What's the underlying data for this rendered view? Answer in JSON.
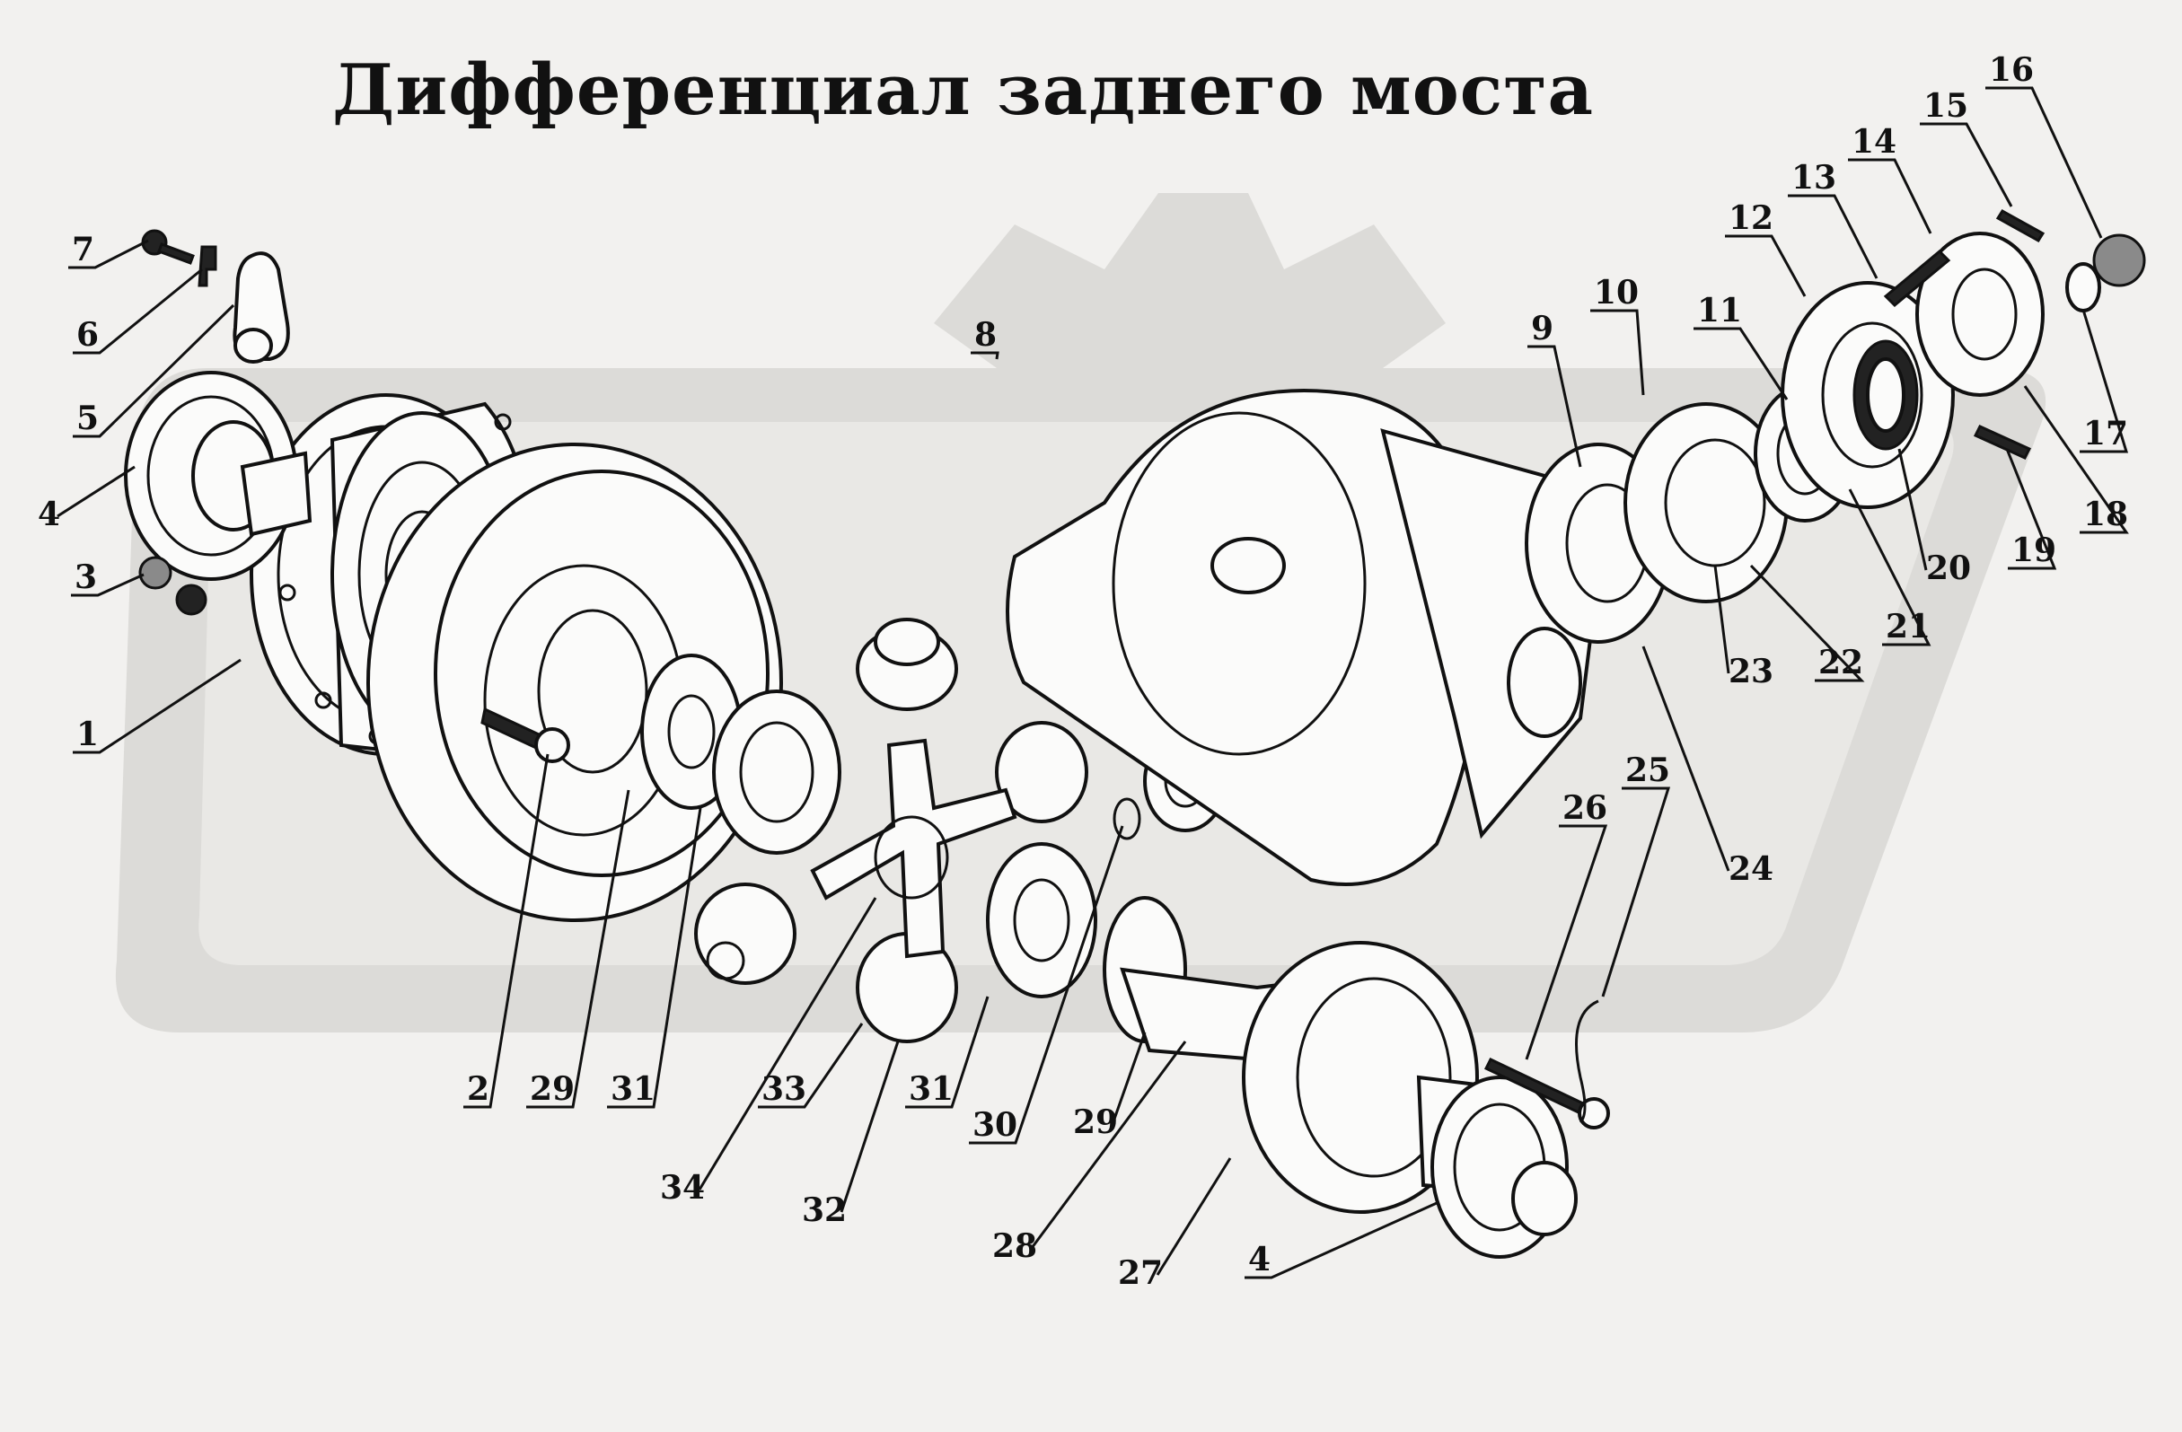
{
  "title": "Дифференциал заднего моста",
  "colors": {
    "background": "#f2f1ef",
    "line": "#111111",
    "watermark": "#d9d8d5"
  },
  "callouts": [
    {
      "n": "1",
      "ul": true
    },
    {
      "n": "2",
      "ul": true
    },
    {
      "n": "3",
      "ul": true
    },
    {
      "n": "4",
      "ul": false
    },
    {
      "n": "5",
      "ul": true
    },
    {
      "n": "6",
      "ul": true
    },
    {
      "n": "7",
      "ul": true
    },
    {
      "n": "8",
      "ul": true
    },
    {
      "n": "9",
      "ul": true
    },
    {
      "n": "10",
      "ul": true
    },
    {
      "n": "11",
      "ul": true
    },
    {
      "n": "12",
      "ul": true
    },
    {
      "n": "13",
      "ul": true
    },
    {
      "n": "14",
      "ul": true
    },
    {
      "n": "15",
      "ul": true
    },
    {
      "n": "16",
      "ul": true
    },
    {
      "n": "17",
      "ul": true
    },
    {
      "n": "18",
      "ul": true
    },
    {
      "n": "19",
      "ul": true
    },
    {
      "n": "20",
      "ul": false
    },
    {
      "n": "21",
      "ul": true
    },
    {
      "n": "22",
      "ul": true
    },
    {
      "n": "23",
      "ul": false
    },
    {
      "n": "24",
      "ul": false
    },
    {
      "n": "25",
      "ul": true
    },
    {
      "n": "26",
      "ul": true
    },
    {
      "n": "29",
      "ul": true
    },
    {
      "n": "31",
      "ul": true
    },
    {
      "n": "33",
      "ul": true
    },
    {
      "n": "34",
      "ul": false
    },
    {
      "n": "32",
      "ul": false
    },
    {
      "n": "31",
      "ul": true
    },
    {
      "n": "30",
      "ul": true
    },
    {
      "n": "29",
      "ul": false
    },
    {
      "n": "28",
      "ul": false
    },
    {
      "n": "27",
      "ul": false
    },
    {
      "n": "4",
      "ul": true
    }
  ]
}
